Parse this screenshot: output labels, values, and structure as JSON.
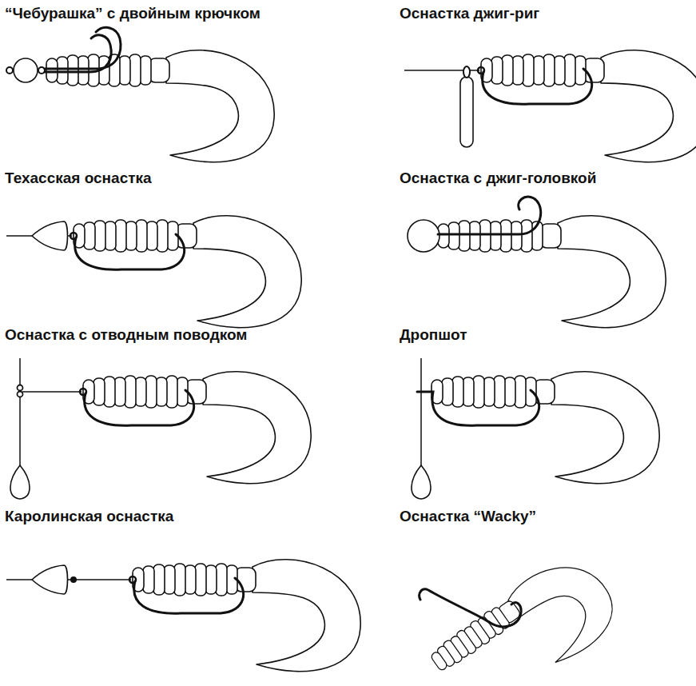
{
  "diagram": {
    "labels": [
      "“Чебурашка” с двойным крючком",
      "Оснастка джиг-риг",
      "Техасская оснастка",
      "Оснастка с джиг-головкой",
      "Оснастка с отводным поводком",
      "Дропшот",
      "Каролинская оснастка",
      "Оснастка “Wacky”"
    ]
  }
}
